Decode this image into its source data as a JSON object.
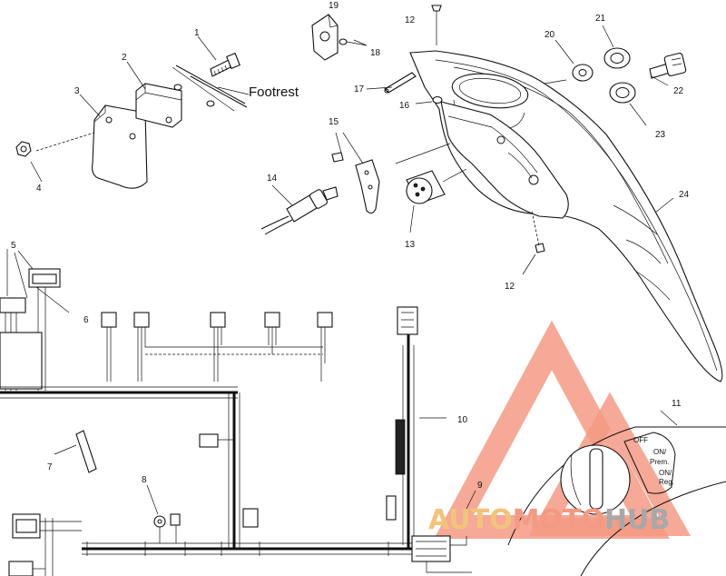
{
  "callouts": [
    "1",
    "2",
    "3",
    "4",
    "5",
    "6",
    "7",
    "8",
    "9",
    "10",
    "11",
    "12",
    "12",
    "13",
    "14",
    "15",
    "16",
    "17",
    "18",
    "19",
    "20",
    "21",
    "22",
    "23",
    "24"
  ],
  "footrest_label": "Footrest",
  "switch_labels": {
    "off": "OFF",
    "on_prem_1": "ON/",
    "on_prem_2": "Prem.",
    "on_reg_1": "ON/",
    "on_reg_2": "Reg."
  },
  "watermark": {
    "part1": "AUTO",
    "part2": "MOTO",
    "part3": "HUB",
    "color_main": "#f39a84",
    "color_accent": "#f2c47a",
    "color_dark": "#a8a8a8"
  }
}
